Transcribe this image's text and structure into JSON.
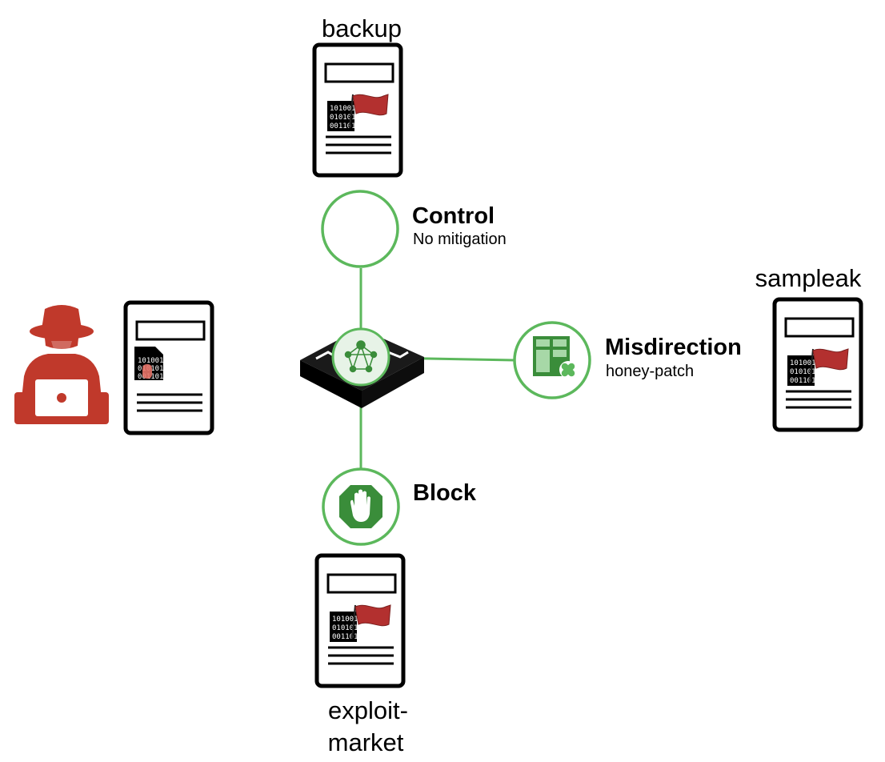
{
  "labels": {
    "backup": "backup",
    "sampleak": "sampleak",
    "exploit_line1": "exploit-",
    "exploit_line2": "market"
  },
  "mitigations": {
    "control": {
      "title": "Control",
      "subtitle": "No mitigation"
    },
    "misdirection": {
      "title": "Misdirection",
      "subtitle": "honey-patch"
    },
    "block": {
      "title": "Block",
      "subtitle": ""
    }
  },
  "binary": {
    "row1": "101001",
    "row2": "010101",
    "row3": "001101"
  },
  "colors": {
    "accent_green": "#5cb85c",
    "dark_green": "#3a8d3a",
    "flag_red": "#b3302f",
    "attacker_red": "#c0392b"
  },
  "icons": {
    "attacker": "hacker-with-laptop-icon",
    "switch": "network-switch-icon",
    "shield": "stop-hand-icon",
    "patch": "honey-patch-icon",
    "flag": "flag-icon"
  }
}
